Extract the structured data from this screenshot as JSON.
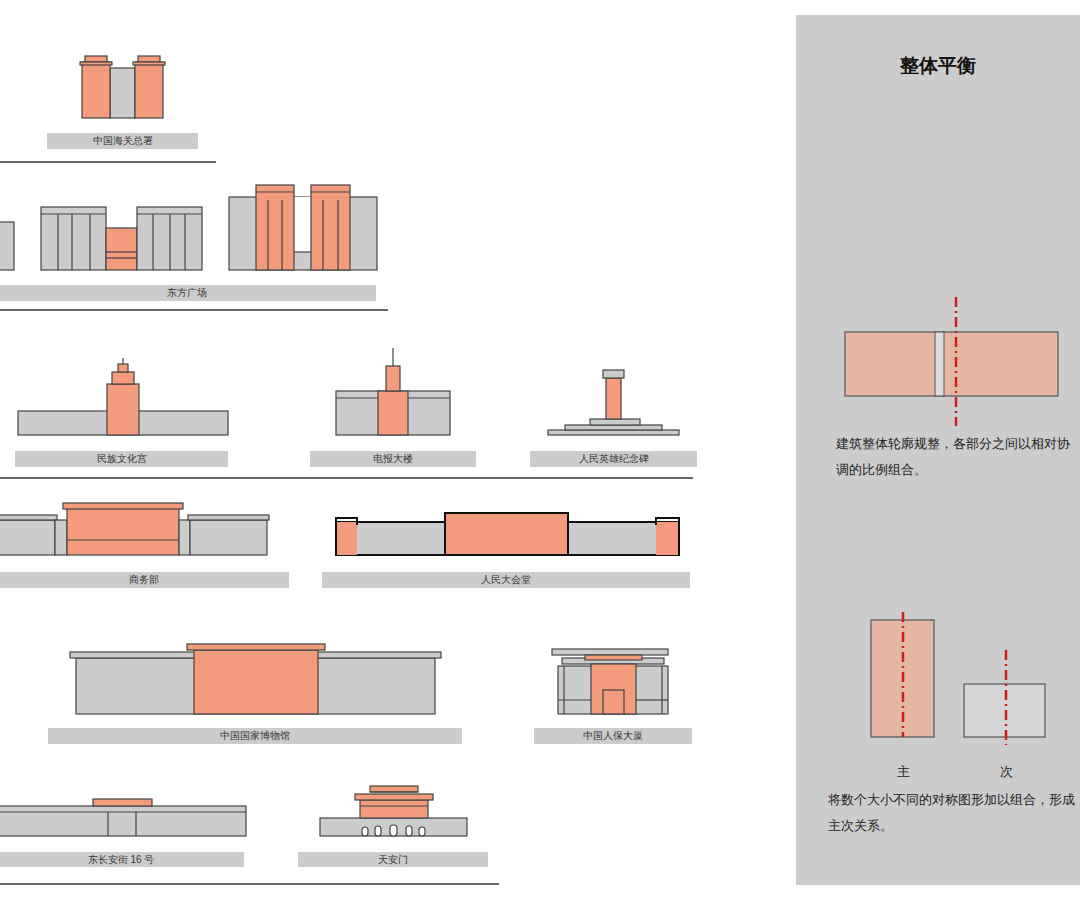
{
  "diagram": {
    "title": "整体平衡",
    "nodes": [
      {
        "text": [
          "中国海关总署"
        ]
      },
      {
        "text": [
          "东方广场"
        ]
      },
      {
        "text": [
          "民族文化宫"
        ]
      },
      {
        "text": [
          "电报大楼"
        ]
      },
      {
        "text": [
          "人民英雄纪念碑"
        ]
      },
      {
        "text": [
          "商务部"
        ]
      },
      {
        "text": [
          "人民大会堂"
        ]
      },
      {
        "text": [
          "中国国家博物馆"
        ]
      },
      {
        "text": [
          "中国人保大厦"
        ]
      },
      {
        "text": [
          "东长安街 16 号"
        ]
      },
      {
        "text": [
          "天安门"
        ]
      },
      {
        "text": [
          "建筑整体轮廓规整，各部分之间以相对协调的比例组合。",
          "主",
          "次",
          "将数个大小不同的对称图形加以组合，形成主次关系。"
        ]
      }
    ]
  }
}
